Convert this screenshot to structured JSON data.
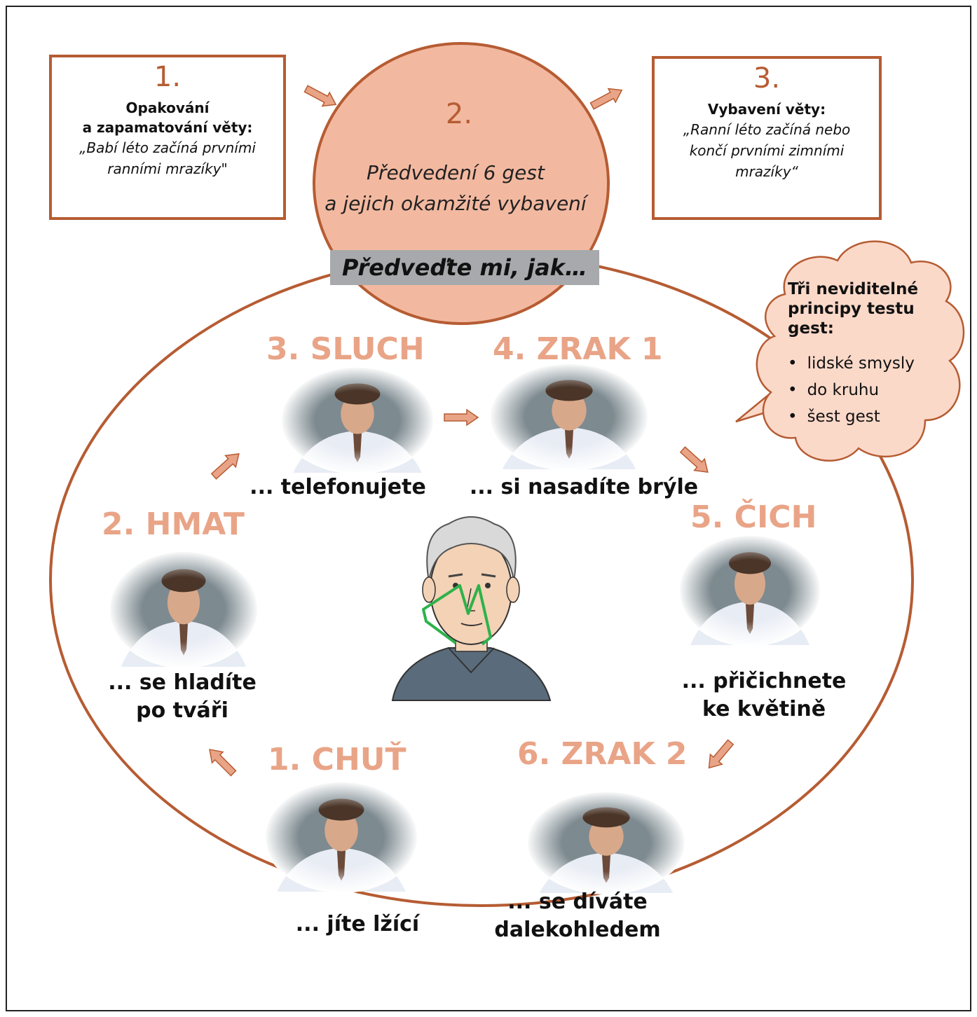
{
  "step1": {
    "number": "1.",
    "title_line1": "Opakování",
    "title_line2": "a zapamatování věty:",
    "quote_line1": "„Babí léto začíná prvními",
    "quote_line2": "ranními mrazíky\""
  },
  "step2": {
    "number": "2.",
    "text_line1": "Předvedení 6 gest",
    "text_line2": "a jejich okamžité vybavení",
    "prompt": "Předveďte mi, jak…"
  },
  "step3": {
    "number": "3.",
    "title": "Vybavení věty:",
    "quote_line1": "„Ranní léto začíná nebo",
    "quote_line2": "končí prvními zimními",
    "quote_line3": "mrazíky“"
  },
  "cloud": {
    "title_line1": "Tři neviditelné",
    "title_line2": "principy testu",
    "title_line3": "gest:",
    "items": [
      "lidské smysly",
      "do kruhu",
      "šest gest"
    ]
  },
  "gestures": [
    {
      "sense": "1. CHUŤ",
      "action_line1": "... jíte lžící",
      "action_line2": ""
    },
    {
      "sense": "2. HMAT",
      "action_line1": "... se hladíte",
      "action_line2": "po tváři"
    },
    {
      "sense": "3. SLUCH",
      "action_line1": "... telefonujete",
      "action_line2": ""
    },
    {
      "sense": "4. ZRAK 1",
      "action_line1": "... si nasadíte brýle",
      "action_line2": ""
    },
    {
      "sense": "5. ČICH",
      "action_line1": "... přičichnete",
      "action_line2": "ke květině"
    },
    {
      "sense": "6. ZRAK 2",
      "action_line1": "... se díváte",
      "action_line2": "dalekohledem"
    }
  ],
  "colors": {
    "accent": "#b65c33",
    "sense_label": "#e9a487",
    "center_fill": "#f3b9a0",
    "cloud_fill": "#fbd9c9",
    "arrow_fill": "#e9a487",
    "prompt_bg": "#a7a9ac"
  }
}
